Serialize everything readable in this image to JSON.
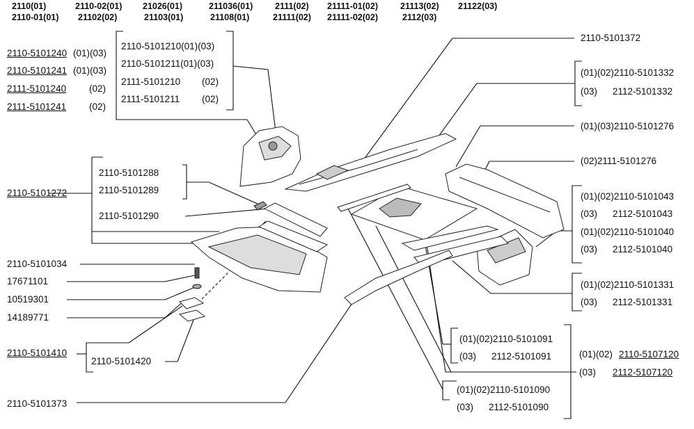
{
  "header": {
    "row1": [
      "2110(01)",
      "2110-02(01)",
      "21026(01)",
      "211036(01)",
      "2111(02)",
      "21111-01(02)",
      "21113(02)",
      "21122(03)"
    ],
    "row2": [
      "2110-01(01)",
      "21102(02)",
      "21103(01)",
      "21108(01)",
      "21111(02)",
      "21111-02(02)",
      "2112(03)"
    ]
  },
  "labels": {
    "l_2110_5101372": "2110-5101372",
    "g332_a": "(01)(02)2110-5101332",
    "g332_b_prefix": "(03)",
    "g332_b": "2112-5101332",
    "l_276_a": "(01)(03)2110-5101276",
    "l_276_b": "(02)2111-5101276",
    "g043_a": "(01)(02)2110-5101043",
    "g043_b_prefix": "(03)",
    "g043_b": "2112-5101043",
    "g040_a": "(01)(02)2110-5101040",
    "g040_b_prefix": "(03)",
    "g040_b": "2112-5101040",
    "g331_a": "(01)(02)2110-5101331",
    "g331_b_prefix": "(03)",
    "g331_b": "2112-5101331",
    "g120_a_prefix": "(01)(02)",
    "g120_a": "2110-5107120",
    "g120_b_prefix": "(03)",
    "g120_b": "2112-5107120",
    "g091_a": "(01)(02)2110-5101091",
    "g091_b_prefix": "(03)",
    "g091_b": "2112-5101091",
    "g090_a": "(01)(02)2110-5101090",
    "g090_b_prefix": "(03)",
    "g090_b": "2112-5101090",
    "left_240": "2110-5101240",
    "left_240_suffix": "(01)(03)",
    "left_241": "2110-5101241",
    "left_241_suffix": "(01)(03)",
    "left_2111_240": "2111-5101240",
    "left_2111_240_suffix": "(02)",
    "left_2111_241": "2111-5101241",
    "left_2111_241_suffix": "(02)",
    "box_210": "2110-5101210(01)(03)",
    "box_211": "2110-5101211(01)(03)",
    "box_2111_210": "2111-5101210",
    "box_2111_210_suffix": "(02)",
    "box_2111_211": "2111-5101211",
    "box_2111_211_suffix": "(02)",
    "l_272": "2110-5101272",
    "l_288": "2110-5101288",
    "l_289": "2110-5101289",
    "l_290": "2110-5101290",
    "l_034": "2110-5101034",
    "l_17671101": "17671101",
    "l_10519301": "10519301",
    "l_14189771": "14189771",
    "l_410": "2110-5101410",
    "l_420": "2110-5101420",
    "l_373": "2110-5101373"
  }
}
